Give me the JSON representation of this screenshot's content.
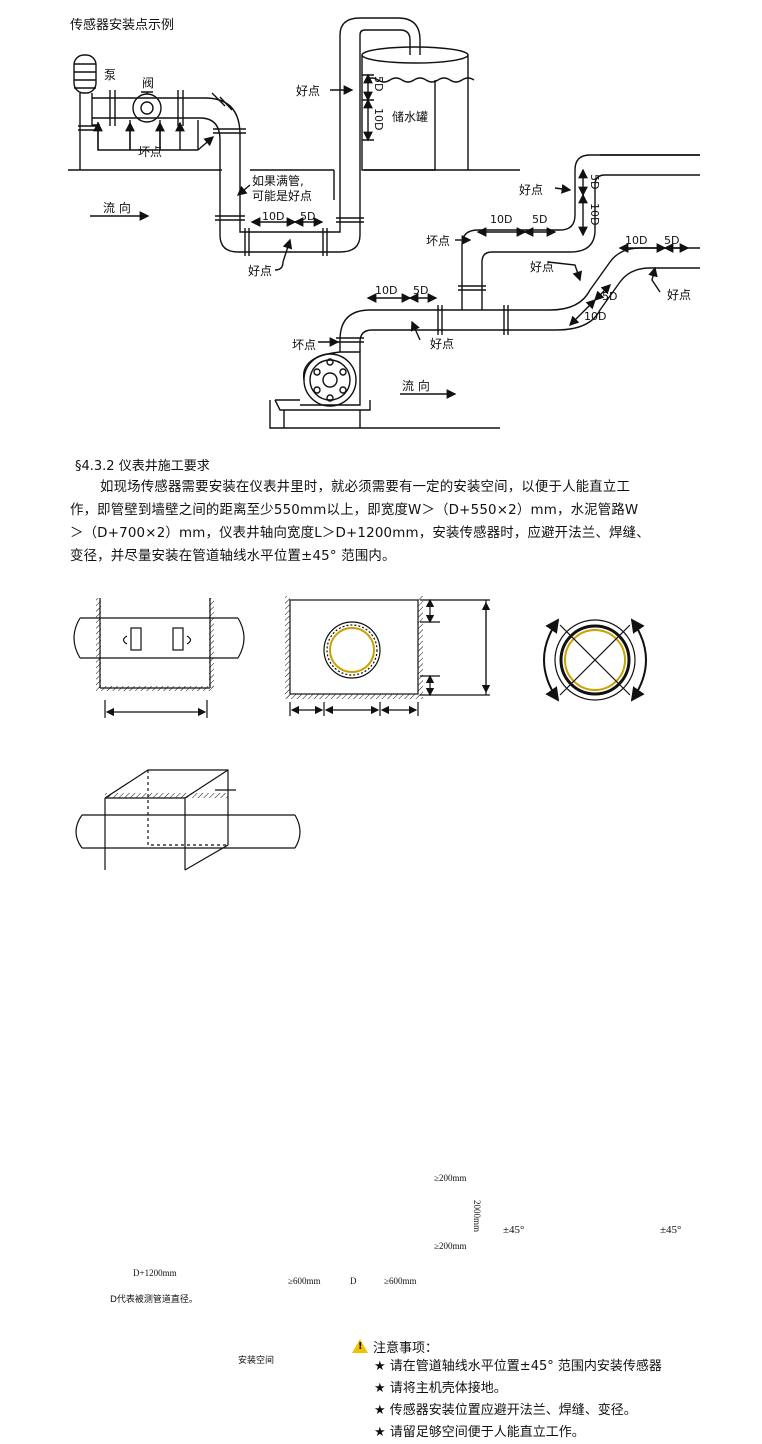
{
  "fig1": {
    "title": "传感器安装点示例",
    "pump": "泵",
    "valve": "阀",
    "bad": "坏点",
    "good": "好点",
    "if_full_line1": "如果满管,",
    "if_full_line2": "可能是好点",
    "flow": "流 向",
    "tank": "储水罐",
    "d10": "10D",
    "d5": "5D"
  },
  "section": {
    "heading": "§4.3.2 仪表井施工要求",
    "lines": [
      "如现场传感器需要安装在仪表井里时，就必须需要有一定的安装空间，以便于人能直立工",
      "作，即管壁到墙壁之间的距离至少550mm以上，即宽度W＞（D+550×2）mm，水泥管路W",
      "＞（D+700×2）mm，仪表井轴向宽度L＞D+1200mm，安装传感器时，应避开法兰、焊缝、",
      "变径，并尽量安装在管道轴线水平位置±45° 范围内。"
    ]
  },
  "fig2": {
    "d1200": "D+1200mm",
    "d_note": "D代表被测管道直径。",
    "ge200_top": "≥200mm",
    "ge200_bottom": "≥200mm",
    "h2000": "2000mm",
    "ge600_left": "≥600mm",
    "d": "D",
    "ge600_right": "≥600mm",
    "pm45_left": "±45°",
    "pm45_right": "±45°",
    "space": "安装空间"
  },
  "notes": {
    "title": "注意事项：",
    "items": [
      "请在管道轴线水平位置±45° 范围内安装传感器",
      "请将主机壳体接地。",
      "传感器安装位置应避开法兰、焊缝、变径。",
      "请留足够空间便于人能直立工作。"
    ]
  }
}
